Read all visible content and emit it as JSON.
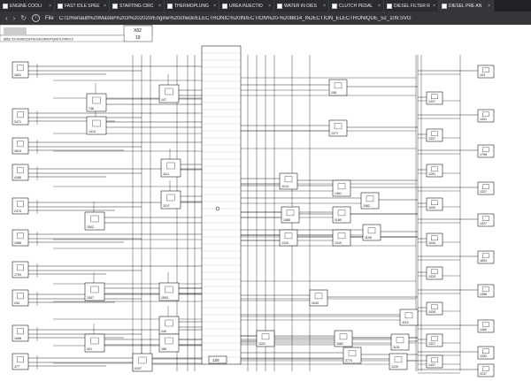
{
  "browser": {
    "tabs": [
      {
        "label": "ENGINE COOLI",
        "close": "×"
      },
      {
        "label": "FAST IDLE SPEE",
        "close": "×"
      },
      {
        "label": "STARTING CIRC",
        "close": "×"
      },
      {
        "label": "THERMOPLUNG",
        "close": "×"
      },
      {
        "label": "UREA INJECTIO",
        "close": "×"
      },
      {
        "label": "WATER IN DIES",
        "close": "×"
      },
      {
        "label": "CLUTCH PEDAL",
        "close": "×"
      },
      {
        "label": "DIESEL FILTER R",
        "close": "×"
      },
      {
        "label": "DIESEL PRE AN",
        "close": "×"
      }
    ],
    "address": {
      "prefix": "File",
      "url": "C:/1/Renault%20Master%203%202020/Engine%20check/ELECTRONIC%20IN/ECTION%20-%208814_INJECTION_ELECTRONIQUE_52_109.SVG"
    }
  },
  "document": {
    "header_code": "X62",
    "header_number": "19",
    "header_strip": "8861/ 52-00/ABCDEFGHIJKLMNOPQRSTUVWXYZ",
    "central_unit": "120",
    "components_left": [
      "1631",
      "2471",
      "1810",
      "4180",
      "2474",
      "1066",
      "1700",
      "244",
      "1066",
      "477"
    ],
    "components_mid": [
      "748",
      "1414",
      "147",
      "1502",
      "1111",
      "1107",
      "1557",
      "1553",
      "240",
      "180",
      "421",
      "4107"
    ],
    "components_right_mid": [
      "108",
      "1371",
      "1214",
      "1480",
      "1461",
      "1062",
      "1180",
      "1310",
      "1310",
      "1106",
      "1119",
      "1043",
      "1101",
      "1082",
      "1202",
      "3774",
      "1220"
    ],
    "components_right": [
      "103",
      "1327",
      "1431",
      "1337",
      "1798",
      "1291",
      "1327",
      "1092",
      "1327",
      "1034",
      "1834",
      "1324",
      "1398",
      "1034",
      "1460",
      "1327",
      "1332",
      "1437",
      "2237"
    ]
  }
}
